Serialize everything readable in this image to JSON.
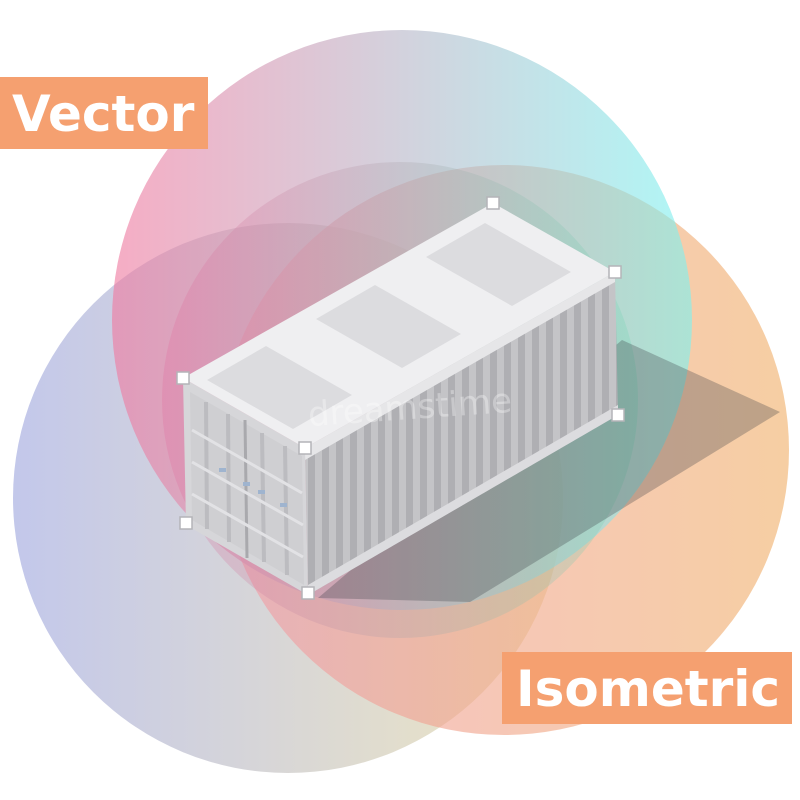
{
  "labels": {
    "vector": "Vector",
    "isometric": "Isometric"
  },
  "watermark": "dreamstime",
  "colors": {
    "label_bg": "#f5a070",
    "label_text": "#ffffff",
    "circle_left": "#a7b0db",
    "circle_right": "#eab47f",
    "circle_top_left": "#ee7fa3",
    "circle_top_right": "#7fe6ea",
    "container": "#e2e2e4"
  },
  "subject": "shipping-container"
}
